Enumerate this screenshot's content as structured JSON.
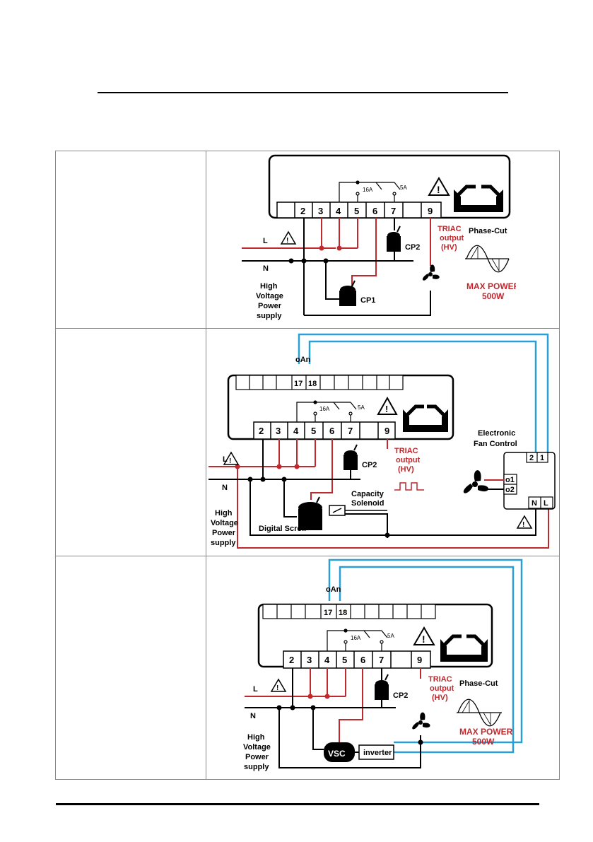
{
  "common": {
    "high_voltage": "High",
    "voltage": "Voltage",
    "power": "Power",
    "supply": "supply",
    "L": "L",
    "N": "N",
    "r16a": "16A",
    "r5a": "5A",
    "triac": "TRIAC",
    "output": "output",
    "hv": "(HV)",
    "cp2": "CP2"
  },
  "d1": {
    "terminals": [
      "2",
      "3",
      "4",
      "5",
      "6",
      "7",
      "9"
    ],
    "cp1": "CP1",
    "phase_cut": "Phase-Cut",
    "max_power": "MAX POWER",
    "max_power_val": "500W"
  },
  "d2": {
    "oan": "oAn",
    "top_terminals": [
      "17",
      "18"
    ],
    "terminals": [
      "2",
      "3",
      "4",
      "5",
      "6",
      "7",
      "9"
    ],
    "efc_title1": "Electronic",
    "efc_title2": "Fan Control",
    "efc_t2": "2",
    "efc_t1": "1",
    "o1": "o1",
    "o2": "o2",
    "efc_n": "N",
    "efc_l": "L",
    "capacity": "Capacity",
    "solenoid": "Solenoid",
    "digital_scroll": "Digital Scroll"
  },
  "d3": {
    "oan": "oAn",
    "top_terminals": [
      "17",
      "18"
    ],
    "terminals": [
      "2",
      "3",
      "4",
      "5",
      "6",
      "7",
      "9"
    ],
    "vsc": "VSC",
    "inverter": "inverter",
    "phase_cut": "Phase-Cut",
    "max_power": "MAX POWER",
    "max_power_val": "500W"
  }
}
